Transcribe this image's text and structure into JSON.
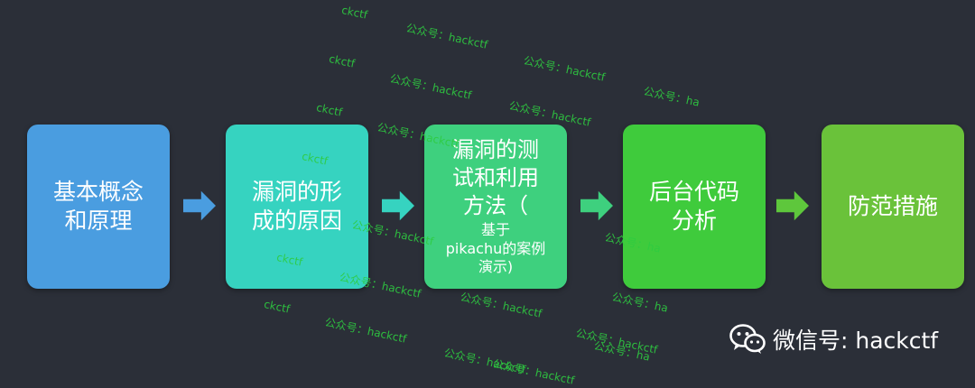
{
  "steps": [
    {
      "title": "基本概念\n和原理",
      "sub": "",
      "color": "#4a9de0"
    },
    {
      "title": "漏洞的形\n成的原因",
      "sub": "",
      "color": "#36d3c0"
    },
    {
      "title": "漏洞的测\n试和利用\n方法（",
      "sub": "基于\npikachu的案例\n演示)",
      "color": "#3ed07e"
    },
    {
      "title": "后台代码\n分析",
      "sub": "",
      "color": "#3fcb3c"
    },
    {
      "title": "防范措施",
      "sub": "",
      "color": "#6ac23a"
    }
  ],
  "arrow_colors": [
    "#4a9de0",
    "#36d3c0",
    "#3ed07e",
    "#5ec73c"
  ],
  "watermarks": [
    "ckctf",
    "公众号：hackctf",
    "ckctf",
    "公众号：hackctf",
    "公众号：hackctf",
    "公众号：ha",
    "ckctf",
    "公众号：hackctf",
    "公众号：hackctf",
    "ckctf",
    "ckctf",
    "公众号：hackctf",
    "公众号：hackctf",
    "公众号：ha",
    "ckctf",
    "公众号：hackctf",
    "公众号：hackctf",
    "公众号：hackctf",
    "公众号：ha",
    "公众号：hackctf",
    "公众号：hackctf",
    "公众号：ha"
  ],
  "brand": {
    "label": "微信号: hackctf",
    "icon": "wechat-icon"
  }
}
